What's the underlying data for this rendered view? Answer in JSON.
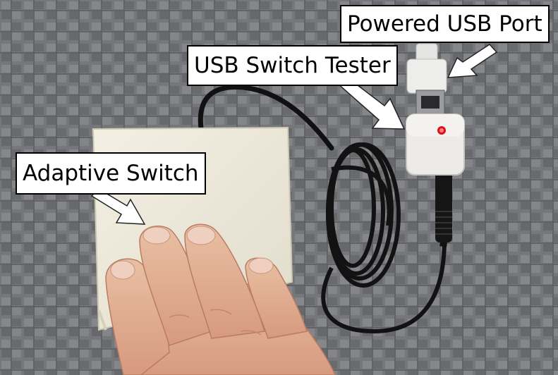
{
  "labels": {
    "powered_usb_port": "Powered USB Port",
    "usb_switch_tester": "USB Switch Tester",
    "adaptive_switch": "Adaptive Switch"
  },
  "colors": {
    "fabric": "#6f7072",
    "switch_body": "#efe9da",
    "tester_body": "#ecebe8",
    "led": "#e0101a",
    "cable": "#111111",
    "callout_fill": "#ffffff",
    "callout_border": "#000000"
  }
}
